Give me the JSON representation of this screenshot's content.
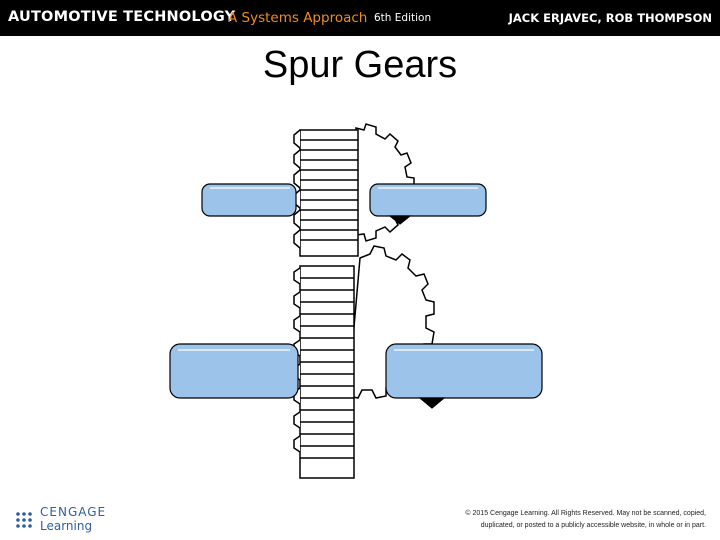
{
  "header": {
    "title": "AUTOMOTIVE TECHNOLOGY",
    "subtitle": "A Systems Approach",
    "edition": "6th Edition",
    "authors": "JACK ERJAVEC, ROB THOMPSON"
  },
  "slide": {
    "title": "Spur Gears"
  },
  "footer": {
    "logo_name": "CENGAGE",
    "logo_sub": "Learning",
    "copyright_line1": "© 2015 Cengage Learning. All Rights Reserved. May not be scanned, copied,",
    "copyright_line2": "duplicated, or posted to a publicly accessible website, in whole or in part."
  },
  "colors": {
    "header_bg": "#000000",
    "subtitle": "#f28c1e",
    "shaft": "#9cc3ea",
    "brand": "#2f5f9e"
  }
}
